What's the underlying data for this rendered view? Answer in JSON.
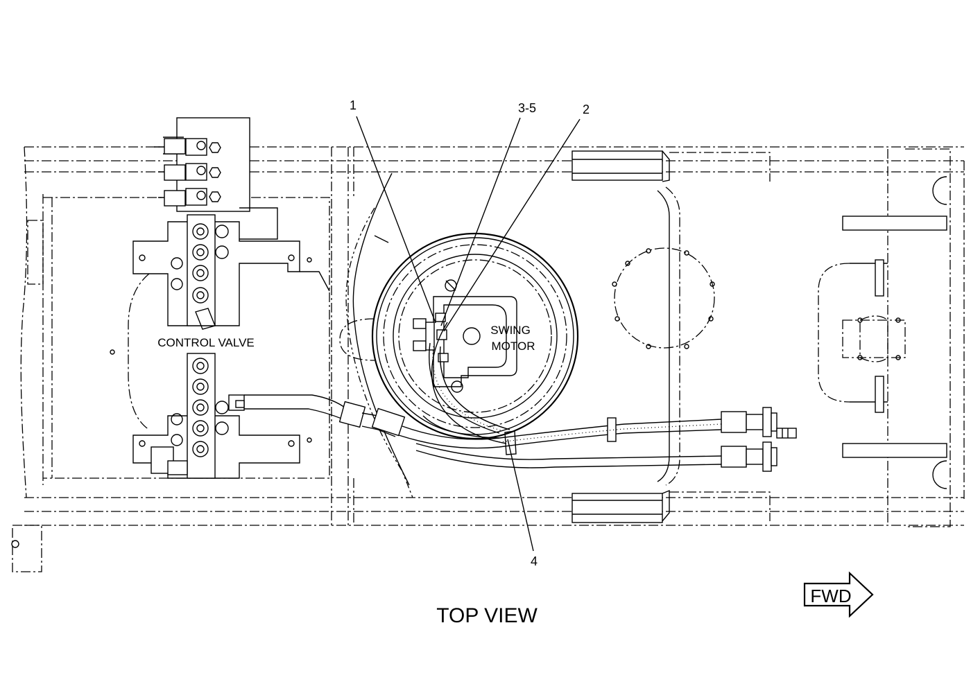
{
  "labels": {
    "control_valve": "CONTROL VALVE",
    "swing_motor_line1": "SWING",
    "swing_motor_line2": "MOTOR",
    "view_title": "TOP VIEW",
    "fwd": "FWD"
  },
  "callouts": {
    "c1": "1",
    "c2": "2",
    "c3_5": "3-5",
    "c4": "4"
  }
}
